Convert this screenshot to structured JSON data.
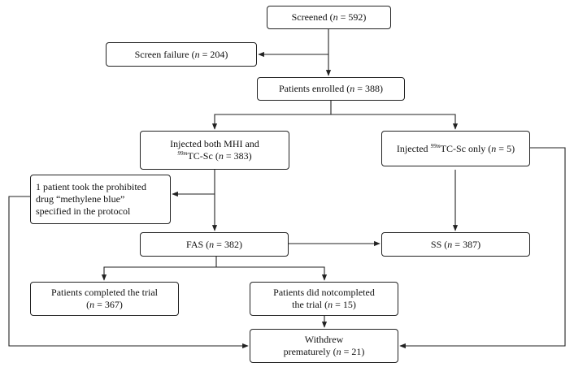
{
  "nodes": {
    "screened": {
      "label": "Screened",
      "n": "592"
    },
    "screen_failure": {
      "label": "Screen failure",
      "n": "204"
    },
    "enrolled": {
      "label": "Patients enrolled",
      "n": "388"
    },
    "injected_both": {
      "line1": "Injected both MHI and",
      "sup": "99m",
      "line2": "TC-Sc",
      "n": "383"
    },
    "injected_tc": {
      "prefix": "Injected",
      "sup": "99m",
      "label": "TC-Sc  only",
      "n": "5"
    },
    "prohibited": {
      "line1": "1 patient took the prohibited",
      "line2": "drug “methylene blue”",
      "line3": "specified in the protocol"
    },
    "fas": {
      "label": "FAS",
      "n": "382"
    },
    "ss": {
      "label": "SS",
      "n": "387"
    },
    "completed": {
      "line1": "Patients completed the trial",
      "n": "367"
    },
    "not_completed": {
      "line1": "Patients did notcompleted",
      "line2": "the trial",
      "n": "15"
    },
    "withdrew": {
      "line1": "Withdrew",
      "line2": "prematurely",
      "n": "21"
    }
  },
  "n_symbol": "n"
}
